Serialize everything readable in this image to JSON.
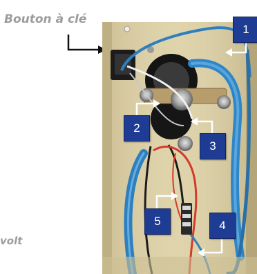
{
  "captions": {
    "top": "Bouton à clé",
    "side": "volt"
  },
  "badges": [
    "1",
    "2",
    "3",
    "4",
    "5"
  ],
  "colors": {
    "badge": "#1f3c95",
    "caption": "#9c9c9c",
    "panel": "#ddd1a8",
    "wire_blue": "#2e7fbf",
    "wire_red": "#d23a2c"
  }
}
